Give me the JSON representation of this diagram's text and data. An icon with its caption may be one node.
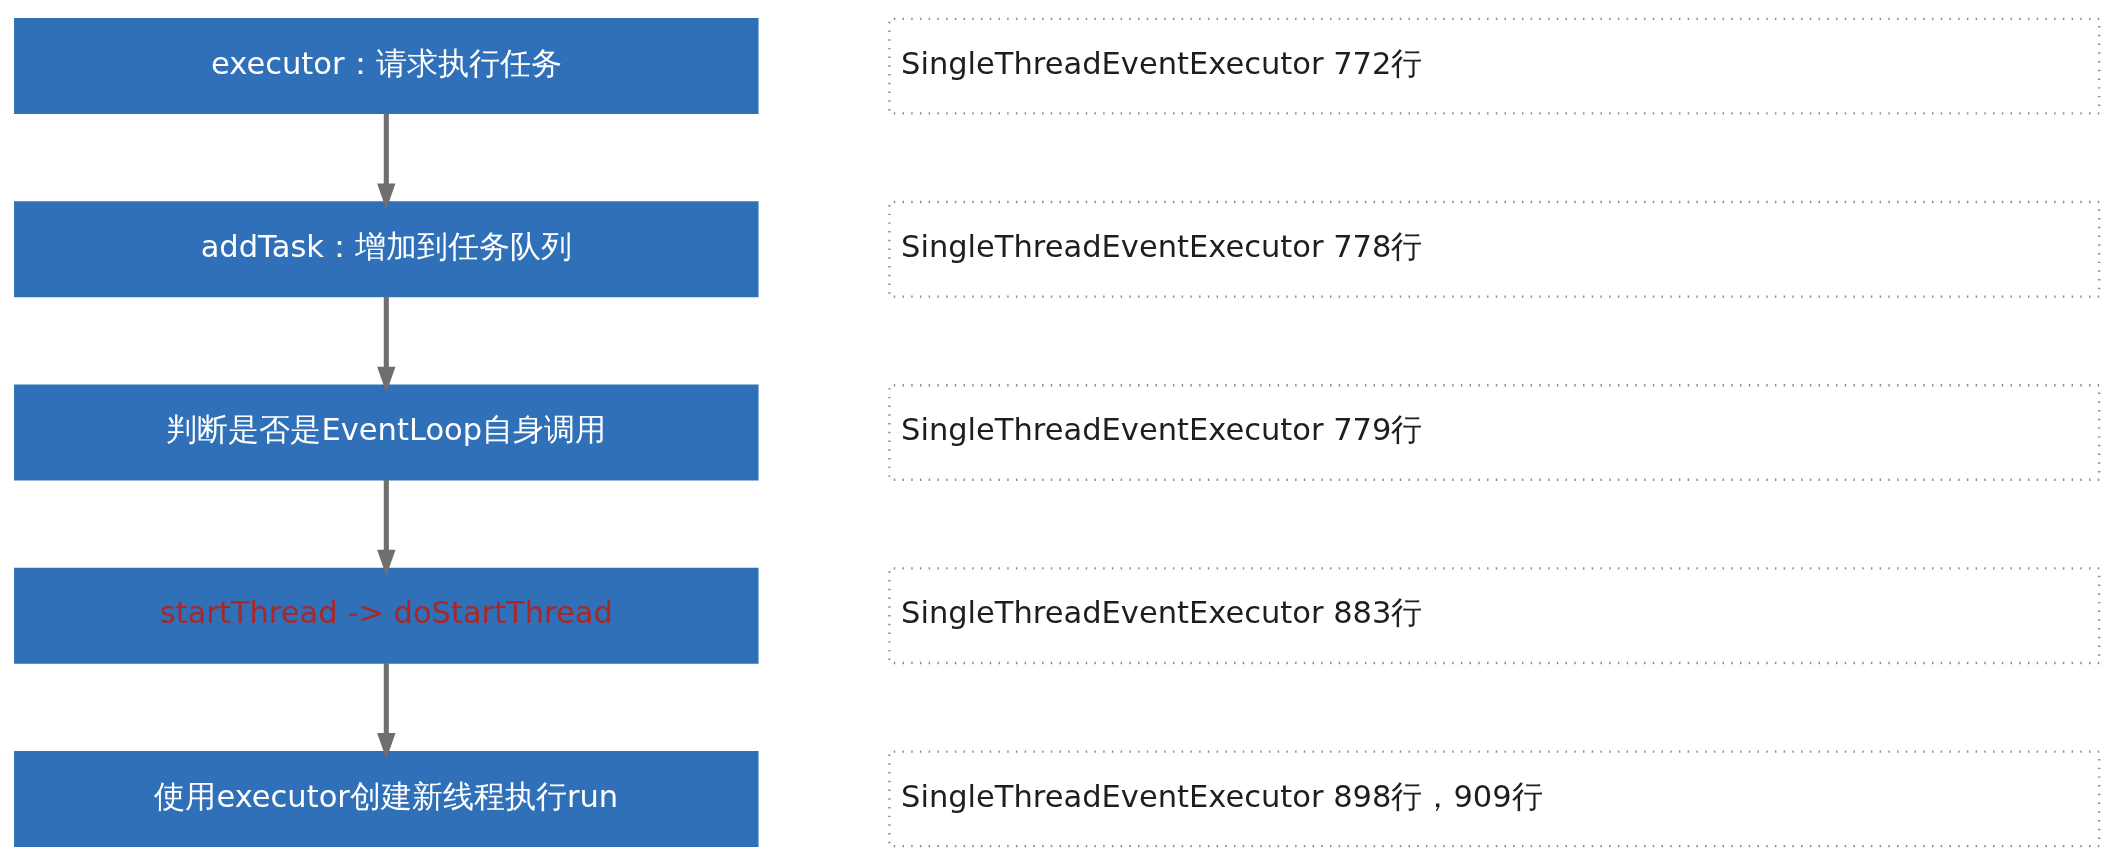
{
  "diagram": {
    "nodes": [
      {
        "text": [
          "executor：请求执行任务"
        ]
      },
      {
        "text": [
          "SingleThreadEventExecutor 772行"
        ]
      },
      {
        "text": [
          "addTask：增加到任务队列"
        ]
      },
      {
        "text": [
          "SingleThreadEventExecutor 778行"
        ]
      },
      {
        "text": [
          "判断是否是EventLoop自身调用"
        ]
      },
      {
        "text": [
          "SingleThreadEventExecutor 779行"
        ]
      },
      {
        "text": [
          "startThread -> doStartThread"
        ]
      },
      {
        "text": [
          "SingleThreadEventExecutor 883行"
        ]
      },
      {
        "text": [
          "使用executor创建新线程执行run"
        ]
      },
      {
        "text": [
          "SingleThreadEventExecutor 898行，909行"
        ]
      }
    ],
    "edges": [
      {
        "from": 0,
        "to": 2,
        "arrow": "to"
      },
      {
        "from": 2,
        "to": 4,
        "arrow": "to"
      },
      {
        "from": 4,
        "to": 6,
        "arrow": "to"
      },
      {
        "from": 6,
        "to": 8,
        "arrow": "to"
      }
    ]
  }
}
